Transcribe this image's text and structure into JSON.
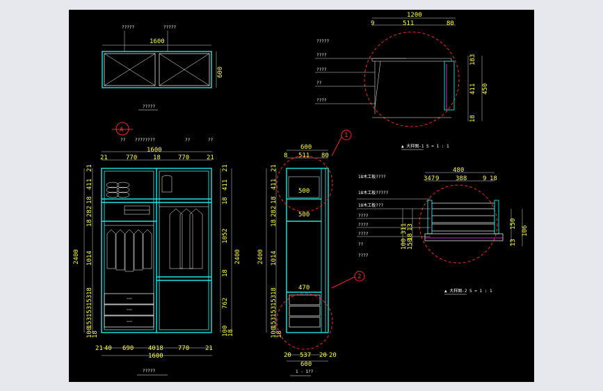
{
  "top_view": {
    "labels": [
      "?????",
      "?????"
    ],
    "width_dim": "1600",
    "height_dim": "600",
    "caption": "?????"
  },
  "front_elevation": {
    "top_labels": [
      "??",
      "????????",
      "??",
      "??"
    ],
    "marker": "A",
    "widths_top": [
      "21",
      "770",
      "18",
      "770",
      "21"
    ],
    "total_top": "1600",
    "left_dims": [
      "21",
      "411",
      "18",
      "282",
      "18",
      "1014",
      "18",
      "153",
      "153",
      "153",
      "100",
      "18"
    ],
    "left_total": "2400",
    "right_dims": [
      "21",
      "411",
      "18",
      "1052",
      "18",
      "762",
      "100",
      "18"
    ],
    "right_total": "2400",
    "bottom_dims": [
      "21",
      "40",
      "690",
      "40",
      "18",
      "770",
      "21"
    ],
    "total_bottom": "1600",
    "caption": "?????"
  },
  "side_section": {
    "top_dims": [
      "600",
      "8",
      "511",
      "80"
    ],
    "inner_labels": [
      "500",
      "500",
      "470"
    ],
    "left_dims": [
      "21",
      "411",
      "18",
      "282",
      "18",
      "1014",
      "18",
      "153",
      "153",
      "153",
      "100",
      "18"
    ],
    "left_total": "2400",
    "bottom_dims": [
      "20",
      "537",
      "20",
      "20"
    ],
    "total_bottom": "600",
    "callouts": [
      "1",
      "2"
    ],
    "caption": "1 - 1??"
  },
  "detail_1": {
    "top_total": "1200",
    "top_dims": [
      "9",
      "511",
      "80"
    ],
    "right_dims": [
      "183",
      "411",
      "18"
    ],
    "right_total": "450",
    "labels": [
      "?????",
      "????",
      "????",
      "??",
      "????"
    ],
    "caption": "▲ 大样图-1  S = 1 : 1"
  },
  "detail_2": {
    "top_total": "480",
    "top_dims": [
      "347",
      "9",
      "388",
      "9",
      "18"
    ],
    "labels": [
      "18木工板????",
      "18木工板?????",
      "18木工板???",
      "????",
      "????",
      "????",
      "??",
      "????"
    ],
    "mid_dims": [
      "311",
      "100",
      "13",
      "18",
      "150"
    ],
    "right_dims": [
      "150",
      "13",
      "106"
    ],
    "caption": "▲ 大样图-2  S = 1 : 1"
  }
}
